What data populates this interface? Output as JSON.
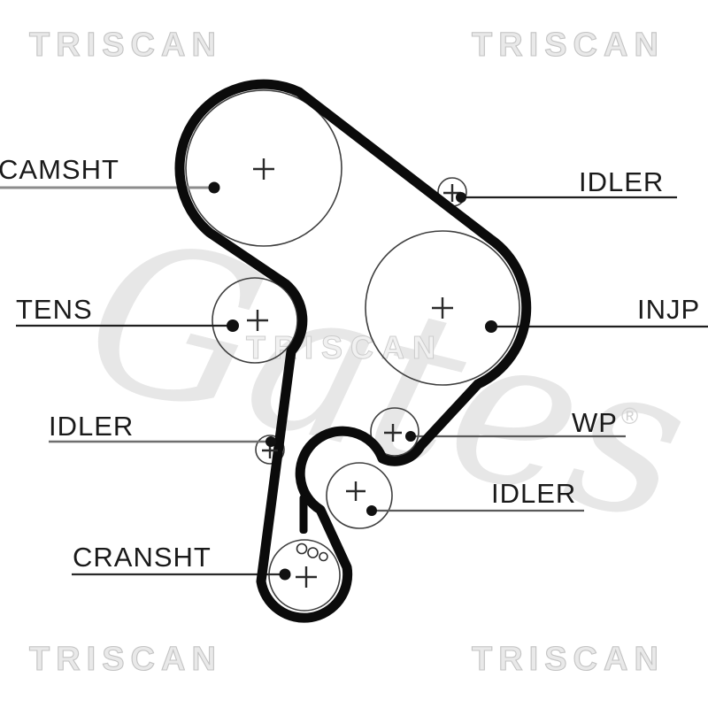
{
  "watermarks": {
    "brand_text": "TRISCAN",
    "gates_text": "Gates",
    "registered_symbol": "®"
  },
  "labels": {
    "camshaft": "CAMSHT",
    "tensioner": "TENS",
    "idler_left": "IDLER",
    "crankshaft": "CRANSHT",
    "idler_top_right": "IDLER",
    "injection_pump": "INJP",
    "water_pump": "WP",
    "idler_bottom_right": "IDLER"
  },
  "colors": {
    "belt": "#0b0b0b",
    "pulley_outline": "#3f3f3f",
    "label_text": "#1a1a1a",
    "leader_dark": "#1f1f1f",
    "leader_gray": "#8c8c8c",
    "watermark_gray": "#c3c3c3",
    "gates_gray": "#e7e7e7"
  }
}
